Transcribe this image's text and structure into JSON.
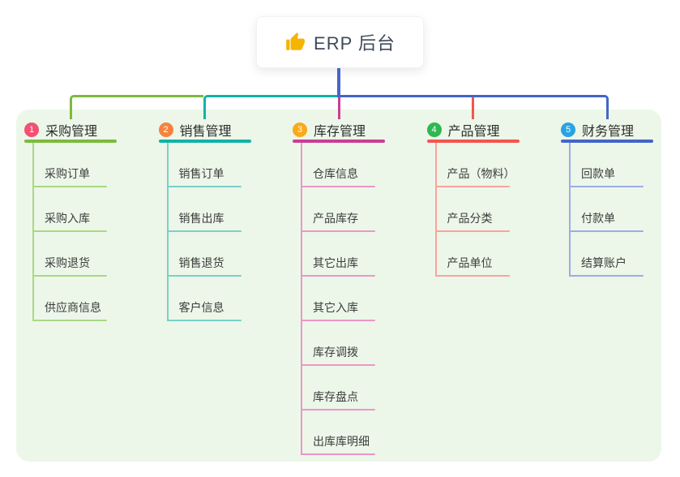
{
  "root": {
    "label": "ERP 后台",
    "icon": "thumbs-up-icon"
  },
  "canvas": {
    "background": "#ffffff",
    "panel_color": "#ecf7e9",
    "root_line_color": "#4a64cb",
    "icon_color": "#f4b400"
  },
  "branches": [
    {
      "index": "1",
      "label": "采购管理",
      "badge_color": "#f35072",
      "line_color": "#7cba3d",
      "child_line_color": "#abd884",
      "children": [
        "采购订单",
        "采购入库",
        "采购退货",
        "供应商信息"
      ]
    },
    {
      "index": "2",
      "label": "销售管理",
      "badge_color": "#f6833c",
      "line_color": "#12b2a8",
      "child_line_color": "#7ad0c9",
      "children": [
        "销售订单",
        "销售出库",
        "销售退货",
        "客户信息"
      ]
    },
    {
      "index": "3",
      "label": "库存管理",
      "badge_color": "#fba919",
      "line_color": "#ca3e95",
      "child_line_color": "#eb97c7",
      "children": [
        "仓库信息",
        "产品库存",
        "其它出库",
        "其它入库",
        "库存调拨",
        "库存盘点",
        "出库库明细"
      ]
    },
    {
      "index": "4",
      "label": "产品管理",
      "badge_color": "#2fb750",
      "line_color": "#f5544d",
      "child_line_color": "#f9a39d",
      "children": [
        "产品（物料）",
        "产品分类",
        "产品单位"
      ]
    },
    {
      "index": "5",
      "label": "财务管理",
      "badge_color": "#2aa3e3",
      "line_color": "#4365c9",
      "child_line_color": "#9dace5",
      "children": [
        "回款单",
        "付款单",
        "结算账户"
      ]
    }
  ]
}
